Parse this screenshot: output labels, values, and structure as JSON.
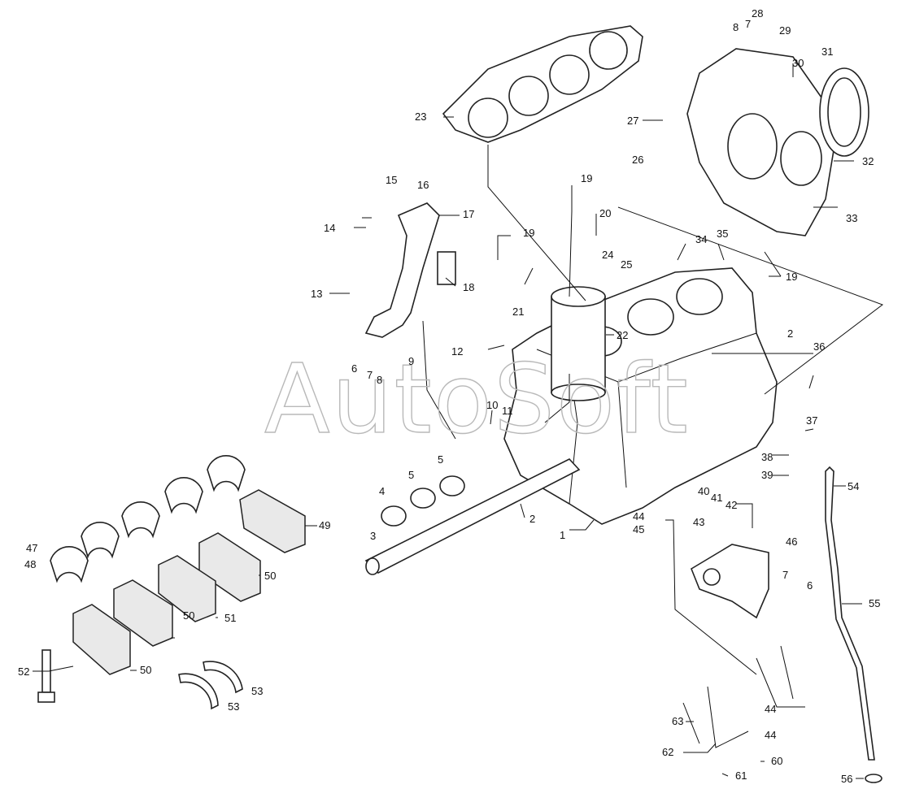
{
  "watermark": "AutoSoft",
  "callouts": [
    "1",
    "2",
    "2",
    "3",
    "4",
    "5",
    "5",
    "6",
    "6",
    "7",
    "7",
    "7",
    "8",
    "8",
    "9",
    "10",
    "11",
    "12",
    "13",
    "14",
    "15",
    "16",
    "17",
    "18",
    "19",
    "19",
    "19",
    "20",
    "21",
    "22",
    "23",
    "24",
    "25",
    "26",
    "27",
    "28",
    "29",
    "30",
    "31",
    "32",
    "33",
    "34",
    "35",
    "36",
    "37",
    "38",
    "39",
    "40",
    "41",
    "42",
    "43",
    "44",
    "44",
    "44",
    "45",
    "46",
    "47",
    "48",
    "49",
    "50",
    "50",
    "50",
    "50",
    "51",
    "52",
    "53",
    "53",
    "54",
    "55",
    "56",
    "60",
    "61",
    "62",
    "63"
  ]
}
